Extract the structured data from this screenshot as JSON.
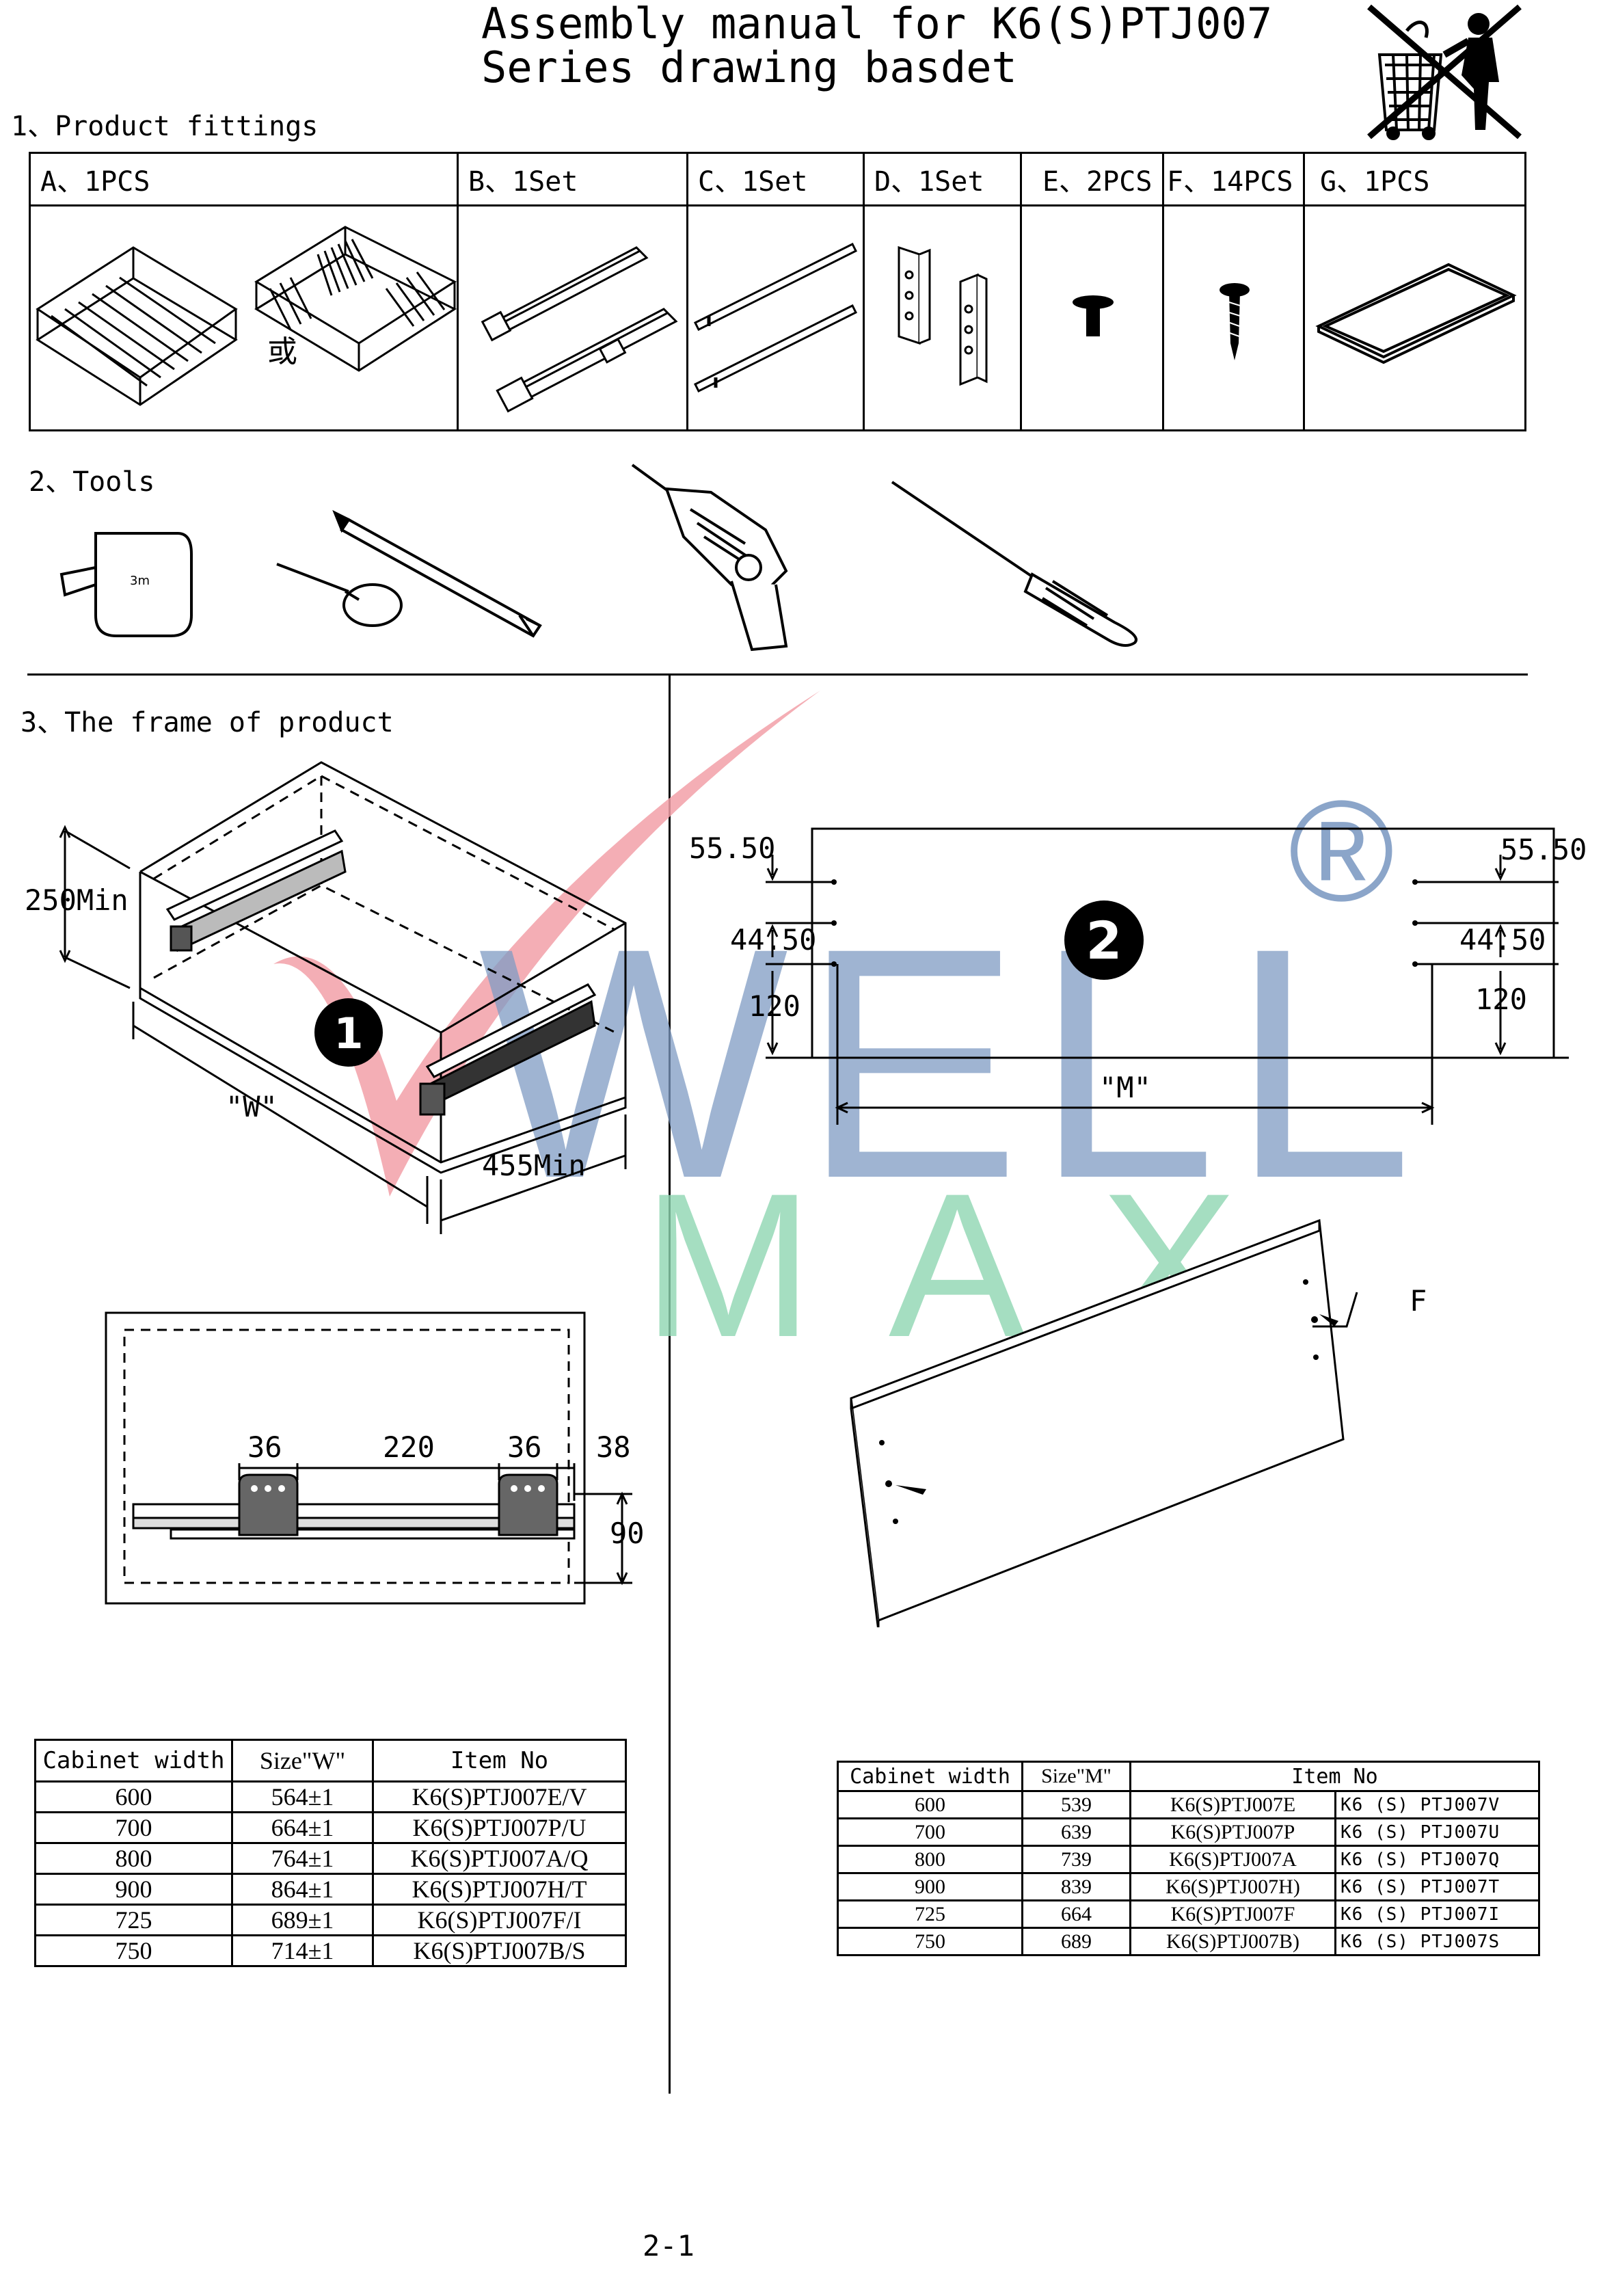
{
  "title": {
    "line1": "Assembly manual for K6(S)PTJ007",
    "line2": "Series drawing basdet"
  },
  "sections": {
    "fittings": "1、Product fittings",
    "tools": "2、Tools",
    "frame": "3、The frame of product"
  },
  "fittings": {
    "headers": [
      "A、1PCS",
      "B、1Set",
      "C、1Set",
      "D、1Set",
      "E、2PCS",
      "F、14PCS",
      "G、1PCS"
    ],
    "or_label": "或"
  },
  "watermark": {
    "line1": "WELL",
    "line2": "MAX",
    "registered": "®"
  },
  "diagram1": {
    "marker": "1",
    "height_label": "250Min",
    "width_label": "\"W\"",
    "depth_label": "455Min"
  },
  "diagram2": {
    "marker": "2",
    "left_top": "55.50",
    "right_top": "55.50",
    "left_mid": "44.50",
    "right_mid": "44.50",
    "left_bottom": "120",
    "right_bottom": "120",
    "width_label": "\"M\"",
    "screw_label": "F"
  },
  "slide_diagram": {
    "d1": "36",
    "d2": "220",
    "d3": "36",
    "d4": "38",
    "d5": "90"
  },
  "tableW": {
    "headers": [
      "Cabinet width",
      "Size\"W\"",
      "Item No"
    ],
    "rows": [
      [
        "600",
        "564±1",
        "K6(S)PTJ007E/V"
      ],
      [
        "700",
        "664±1",
        "K6(S)PTJ007P/U"
      ],
      [
        "800",
        "764±1",
        "K6(S)PTJ007A/Q"
      ],
      [
        "900",
        "864±1",
        "K6(S)PTJ007H/T"
      ],
      [
        "725",
        "689±1",
        "K6(S)PTJ007F/I"
      ],
      [
        "750",
        "714±1",
        "K6(S)PTJ007B/S"
      ]
    ]
  },
  "tableM": {
    "headers": [
      "Cabinet width",
      "Size\"M\"",
      "Item No"
    ],
    "rows": [
      [
        "600",
        "539",
        "K6(S)PTJ007E",
        "K6 (S) PTJ007V"
      ],
      [
        "700",
        "639",
        "K6(S)PTJ007P",
        "K6 (S) PTJ007U"
      ],
      [
        "800",
        "739",
        "K6(S)PTJ007A",
        "K6 (S) PTJ007Q"
      ],
      [
        "900",
        "839",
        "K6(S)PTJ007H)",
        "K6 (S) PTJ007T"
      ],
      [
        "725",
        "664",
        "K6(S)PTJ007F",
        "K6 (S) PTJ007I"
      ],
      [
        "750",
        "689",
        "K6(S)PTJ007B)",
        "K6 (S) PTJ007S"
      ]
    ]
  },
  "page_number": "2-1",
  "colors": {
    "watermark_red": "#f2a0a8",
    "watermark_blue": "#7f9cc4",
    "watermark_green": "#8fd6b2",
    "ink": "#000000"
  }
}
